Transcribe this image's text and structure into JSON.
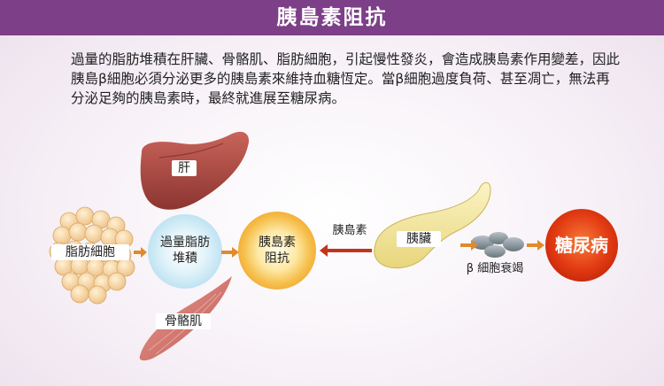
{
  "title": "胰島素阻抗",
  "intro": "過量的脂肪堆積在肝臟、骨骼肌、脂肪細胞，引起慢性發炎，會造成胰島素作用變差，因此胰島β細胞必須分泌更多的胰島素來維持血糖恆定。當β細胞過度負荷、甚至凋亡，無法再分泌足夠的胰島素時，最終就進展至糖尿病。",
  "nodes": {
    "liver": "肝",
    "adipocyte": "脂肪細胞",
    "muscle": "骨骼肌",
    "fat_accumulation": "過量脂肪\n堆積",
    "insulin_resistance": "胰島素\n阻抗",
    "pancreas": "胰臟",
    "insulin": "胰島素",
    "beta_decline": "β 細胞衰竭",
    "diabetes": "糖尿病"
  },
  "colors": {
    "title_bar": "#7d3f87",
    "diabetes": "#e23a12",
    "arrow": "#e08a2a",
    "arrow_left": "#c3341f"
  }
}
